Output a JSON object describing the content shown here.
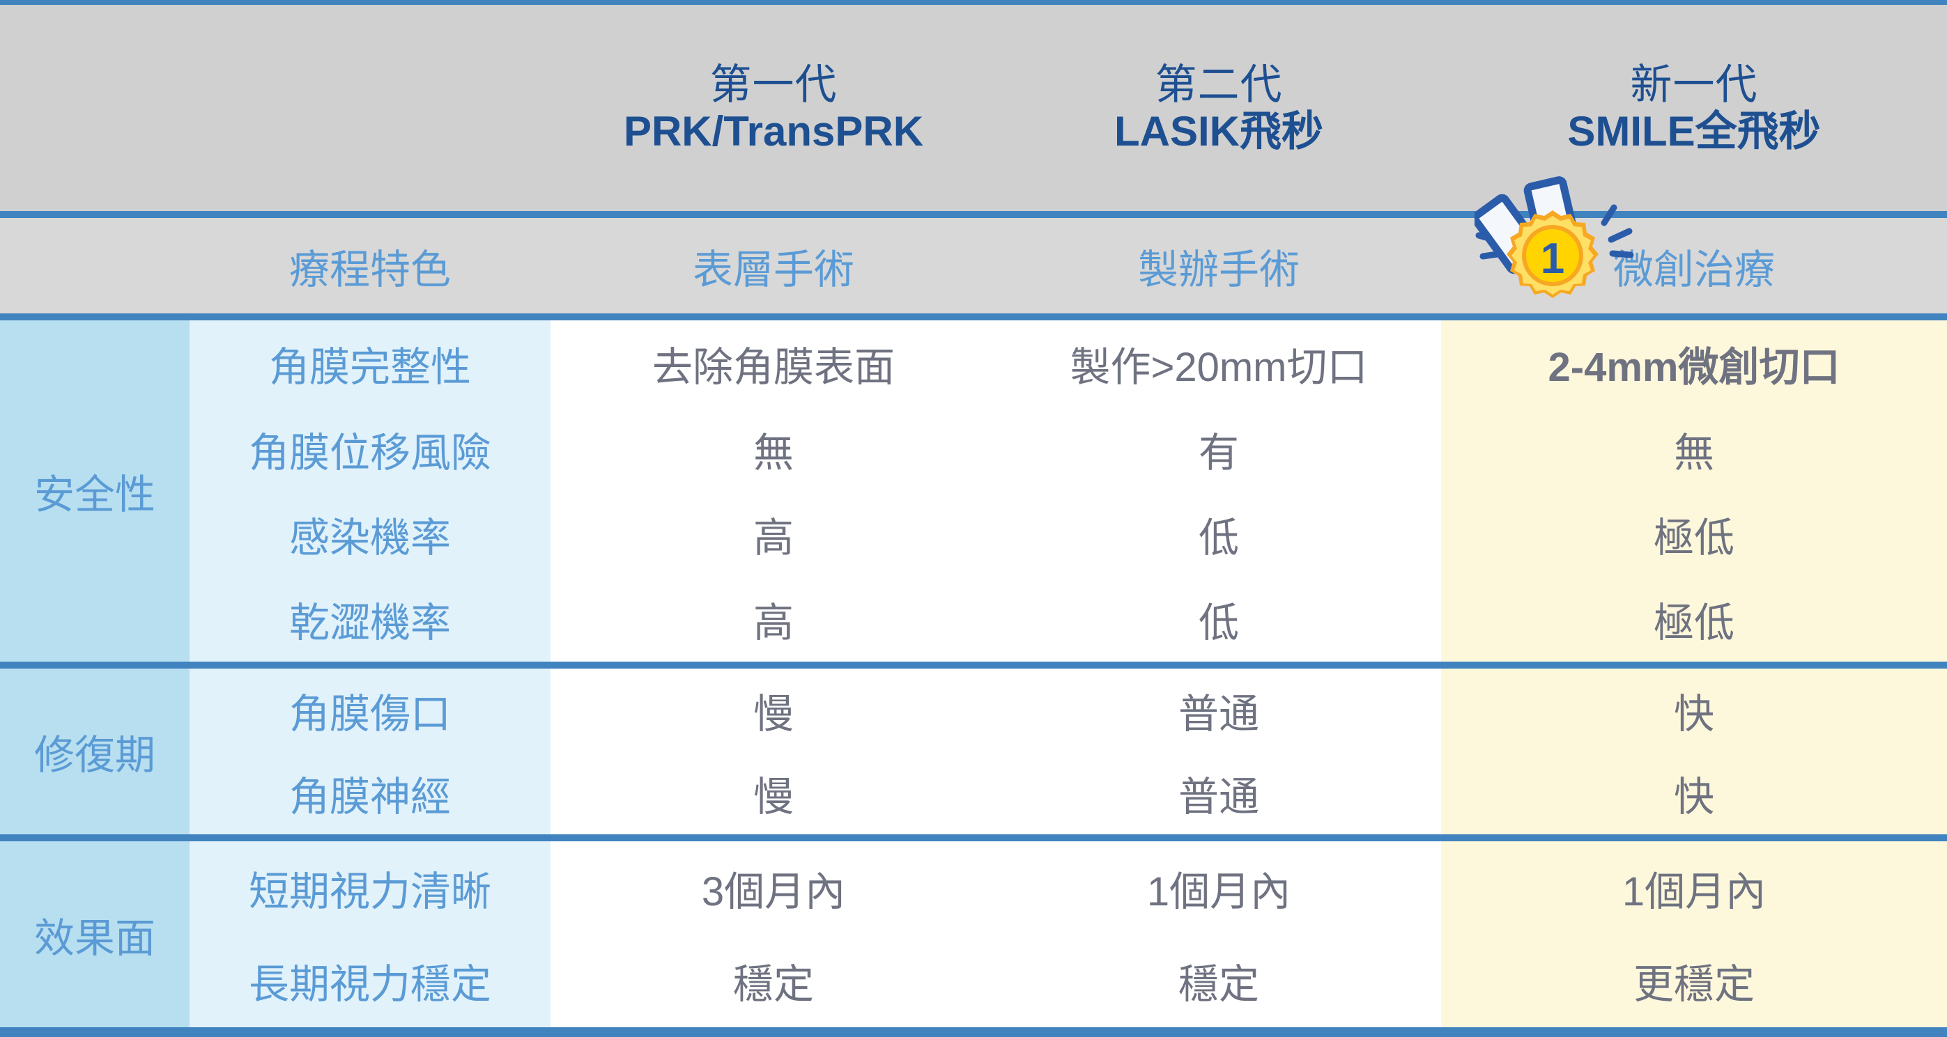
{
  "columns": [
    {
      "gen": "第一代",
      "name": "PRK/TransPRK",
      "subtitle": "表層手術"
    },
    {
      "gen": "第二代",
      "name": "LASIK飛秒",
      "subtitle": "製辦手術"
    },
    {
      "gen": "新一代",
      "name": "SMILE全飛秒",
      "subtitle": "微創治療"
    }
  ],
  "subtitle_row_label": "療程特色",
  "badge": {
    "rank": "1",
    "name": "rank-one-medal",
    "colors": {
      "ribbon_fill": "#f4f7fb",
      "ribbon_stroke": "#2a5caa",
      "star_outer": "#f7a823",
      "star_inner": "#ffe066",
      "disc": "#ffd400",
      "numeral": "#2a5caa",
      "spark": "#2a5caa"
    }
  },
  "groups": [
    {
      "label": "安全性",
      "rows": [
        {
          "feature": "角膜完整性",
          "values": [
            "去除角膜表面",
            "製作>20mm切口",
            "2-4mm微創切口"
          ],
          "bold": [
            false,
            false,
            true
          ]
        },
        {
          "feature": "角膜位移風險",
          "values": [
            "無",
            "有",
            "無"
          ],
          "bold": [
            false,
            false,
            false
          ]
        },
        {
          "feature": "感染機率",
          "values": [
            "高",
            "低",
            "極低"
          ],
          "bold": [
            false,
            false,
            false
          ]
        },
        {
          "feature": "乾澀機率",
          "values": [
            "高",
            "低",
            "極低"
          ],
          "bold": [
            false,
            false,
            false
          ]
        }
      ]
    },
    {
      "label": "修復期",
      "rows": [
        {
          "feature": "角膜傷口",
          "values": [
            "慢",
            "普通",
            "快"
          ],
          "bold": [
            false,
            false,
            false
          ]
        },
        {
          "feature": "角膜神經",
          "values": [
            "慢",
            "普通",
            "快"
          ],
          "bold": [
            false,
            false,
            false
          ]
        }
      ]
    },
    {
      "label": "效果面",
      "rows": [
        {
          "feature": "短期視力清晰",
          "values": [
            "3個月內",
            "1個月內",
            "1個月內"
          ],
          "bold": [
            false,
            false,
            false
          ]
        },
        {
          "feature": "長期視力穩定",
          "values": [
            "穩定",
            "穩定",
            "更穩定"
          ],
          "bold": [
            false,
            false,
            false
          ]
        }
      ]
    }
  ],
  "colors": {
    "rule_blue": "#4083bf",
    "header_gray": "#d0d0d0",
    "subheader_gray": "#d8d8d8",
    "category_blue": "#b8dff0",
    "feature_blue": "#e1f2fb",
    "highlight_yellow": "#fdf8dc",
    "title_blue": "#1d4f91",
    "label_blue": "#5b9bd5",
    "value_gray": "#6f7280"
  }
}
